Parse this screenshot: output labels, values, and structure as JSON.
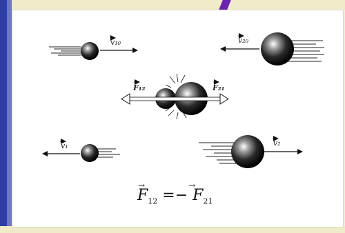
{
  "diagram": {
    "labels": {
      "v10": "v₁₀",
      "v20": "v₂₀",
      "f12": "F₁₂",
      "f21": "F₂₁",
      "v1": "v₁",
      "v2": "v₂"
    },
    "equation": {
      "lhs_symbol": "F",
      "lhs_sub": "12",
      "operator": "=−",
      "rhs_symbol": "F",
      "rhs_sub": "21"
    }
  }
}
